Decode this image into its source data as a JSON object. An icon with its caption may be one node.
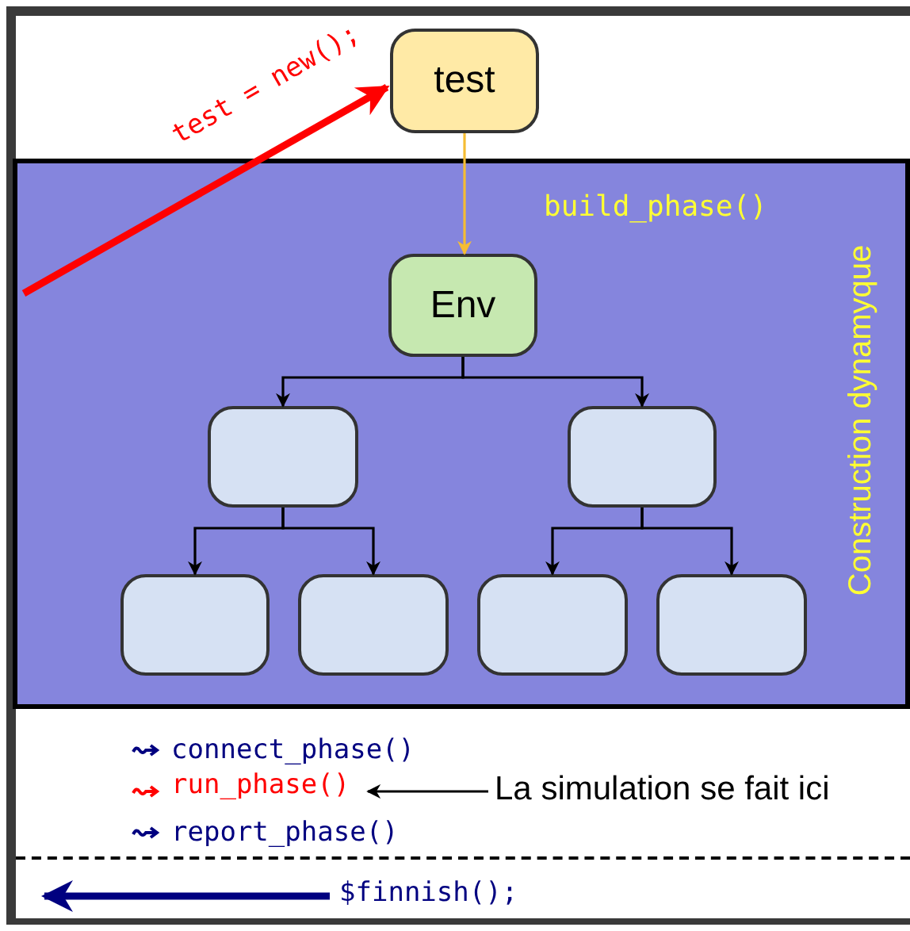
{
  "diagram": {
    "nodes": [
      {
        "text": [
          "test"
        ]
      },
      {
        "text": [
          "build_phase()",
          "Construction dynamyque"
        ]
      },
      {
        "text": [
          "Env"
        ],
        "in": 1
      },
      {
        "text": [],
        "shape": "box",
        "in": 1
      },
      {
        "text": [],
        "shape": "box",
        "in": 1
      },
      {
        "text": [],
        "shape": "box",
        "in": 1
      },
      {
        "text": [],
        "shape": "box",
        "in": 1
      },
      {
        "text": [],
        "shape": "box",
        "in": 1
      },
      {
        "text": [],
        "shape": "box",
        "in": 1
      },
      {
        "text": [
          "run_phase()"
        ]
      },
      {
        "text": [
          "La simulation se fait ici"
        ]
      },
      {
        "text": [
          "$finnish();"
        ]
      }
    ],
    "edges": [
      {
        "from": 1,
        "to": 0,
        "arrow": "to",
        "label": "test = new();",
        "style": "thick",
        "color": "#ff0000"
      },
      {
        "from": 0,
        "to": 2,
        "arrow": "to",
        "color": "#f5bd33"
      },
      {
        "from": 2,
        "to": 3,
        "arrow": "to"
      },
      {
        "from": 2,
        "to": 4,
        "arrow": "to"
      },
      {
        "from": 3,
        "to": 5,
        "arrow": "to"
      },
      {
        "from": 3,
        "to": 6,
        "arrow": "to"
      },
      {
        "from": 4,
        "to": 7,
        "arrow": "to"
      },
      {
        "from": 4,
        "to": 8,
        "arrow": "to"
      },
      {
        "from": 10,
        "to": 9,
        "arrow": "to"
      },
      {
        "from": 11,
        "to": null,
        "arrow": "to",
        "style": "thick",
        "color": "#000080"
      }
    ],
    "labels": [
      "connect_phase()",
      "report_phase()"
    ]
  }
}
